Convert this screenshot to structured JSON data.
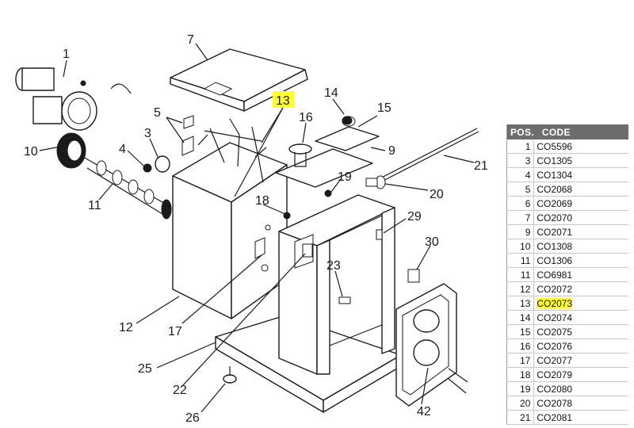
{
  "highlight_color": "#ffff33",
  "header_bg": "#6d6d6d",
  "callouts": {
    "c1": "1",
    "c3": "3",
    "c4": "4",
    "c5": "5",
    "c7": "7",
    "c9": "9",
    "c10": "10",
    "c11": "11",
    "c12": "12",
    "c13": "13",
    "c14": "14",
    "c15": "15",
    "c16": "16",
    "c17": "17",
    "c18": "18",
    "c19": "19",
    "c20": "20",
    "c21": "21",
    "c22": "22",
    "c23": "23",
    "c25": "25",
    "c26": "26",
    "c29": "29",
    "c30": "30",
    "c42": "42"
  },
  "table": {
    "header_pos": "POS.",
    "header_code": "CODE",
    "rows": [
      {
        "pos": "1",
        "code": "CO5596"
      },
      {
        "pos": "3",
        "code": "CO1305"
      },
      {
        "pos": "4",
        "code": "CO1304"
      },
      {
        "pos": "5",
        "code": "CO2068"
      },
      {
        "pos": "6",
        "code": "CO2069"
      },
      {
        "pos": "7",
        "code": "CO2070"
      },
      {
        "pos": "9",
        "code": "CO2071"
      },
      {
        "pos": "10",
        "code": "CO1308"
      },
      {
        "pos": "11",
        "code": "CO1306"
      },
      {
        "pos": "11",
        "code": "CO6981"
      },
      {
        "pos": "12",
        "code": "CO2072"
      },
      {
        "pos": "13",
        "code": "CO2073"
      },
      {
        "pos": "14",
        "code": "CO2074"
      },
      {
        "pos": "15",
        "code": "CO2075"
      },
      {
        "pos": "16",
        "code": "CO2076"
      },
      {
        "pos": "17",
        "code": "CO2077"
      },
      {
        "pos": "18",
        "code": "CO2079"
      },
      {
        "pos": "19",
        "code": "CO2080"
      },
      {
        "pos": "20",
        "code": "CO2078"
      },
      {
        "pos": "21",
        "code": "CO2081"
      }
    ]
  }
}
